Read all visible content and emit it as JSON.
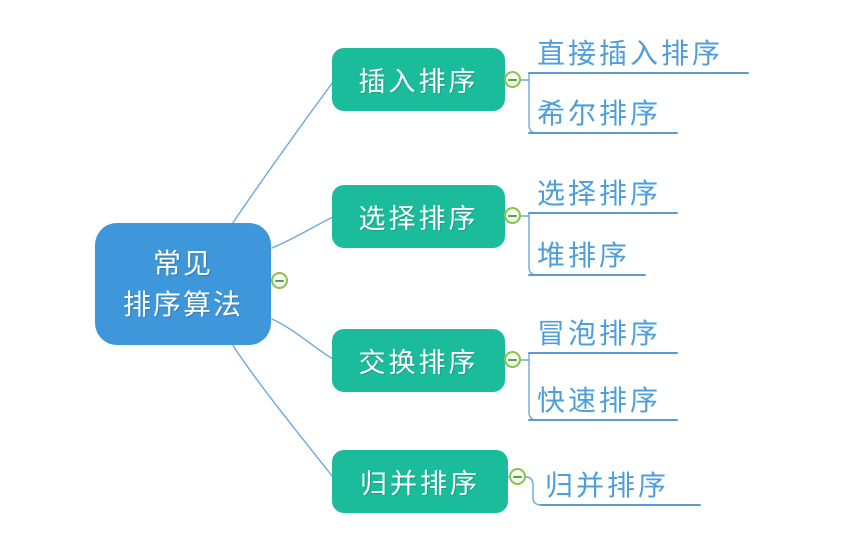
{
  "diagram": {
    "type": "mindmap",
    "root": {
      "label": "常见\n排序算法"
    },
    "branches": [
      {
        "label": "插入排序",
        "children": [
          "直接插入排序",
          "希尔排序"
        ]
      },
      {
        "label": "选择排序",
        "children": [
          "选择排序",
          "堆排序"
        ]
      },
      {
        "label": "交换排序",
        "children": [
          "冒泡排序",
          "快速排序"
        ]
      },
      {
        "label": "归并排序",
        "children": [
          "归并排序"
        ]
      }
    ],
    "icons": {
      "collapse": "minus-in-circle"
    },
    "colors": {
      "root_fill": "#3E97DA",
      "branch_fill": "#1ABC9C",
      "node_text": "#FFFFFF",
      "leaf_text": "#4D9EDB",
      "connector_line": "#6FA8DC",
      "leaf_underline": "#5B9BD5",
      "icon_border": "#8CC152",
      "icon_minus": "#4FA83D",
      "background": "#FFFFFF"
    }
  }
}
